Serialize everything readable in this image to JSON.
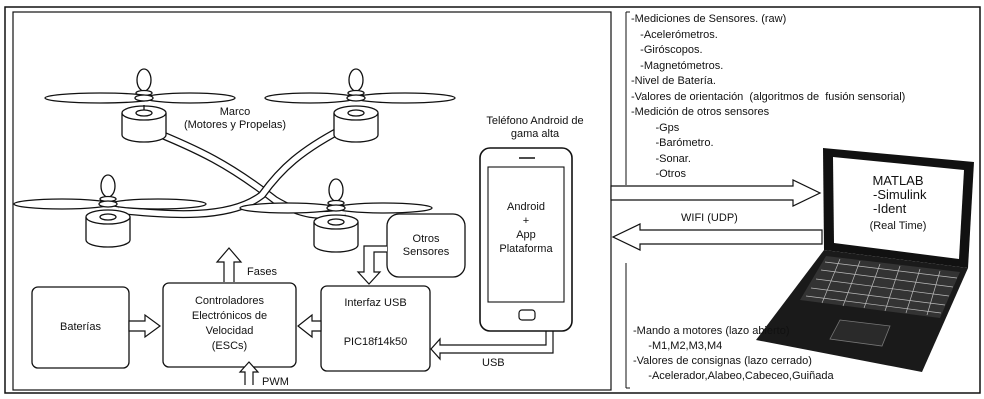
{
  "frame_label": "Marco\n(Motores y Propelas)",
  "phone_title": "Teléfono Android de\ngama alta",
  "phone_screen": "Android\n+\nApp\nPlataforma",
  "otros_sensores": "Otros\nSensores",
  "fases": "Fases",
  "baterias": "Baterías",
  "escs": "Controladores\nElectrónicos de\nVelocidad\n(ESCs)",
  "usb_title": "Interfaz USB",
  "usb_chip": "PIC18f14k50",
  "usb_label": "USB",
  "pwm_label": "PWM",
  "wifi_label": "WIFI (UDP)",
  "laptop_screen": {
    "l1": "MATLAB",
    "l2": "-Simulink",
    "l3": "-Ident",
    "l4": "(Real Time)"
  },
  "upstream": [
    "-Mediciones de Sensores. (raw)",
    "   -Acelerómetros.",
    "   -Giróscopos.",
    "   -Magnetómetros.",
    "-Nivel de Batería.",
    "-Valores de orientación  (algoritmos de  fusión sensorial)",
    "-Medición de otros sensores",
    "        -Gps",
    "        -Barómetro.",
    "        -Sonar.",
    "        -Otros"
  ],
  "downstream": [
    "-Mando a motores (lazo abierto)",
    "     -M1,M2,M3,M4",
    "-Valores de consignas (lazo cerrado)",
    "     -Acelerador,Alabeo,Cabeceo,Guiñada"
  ]
}
